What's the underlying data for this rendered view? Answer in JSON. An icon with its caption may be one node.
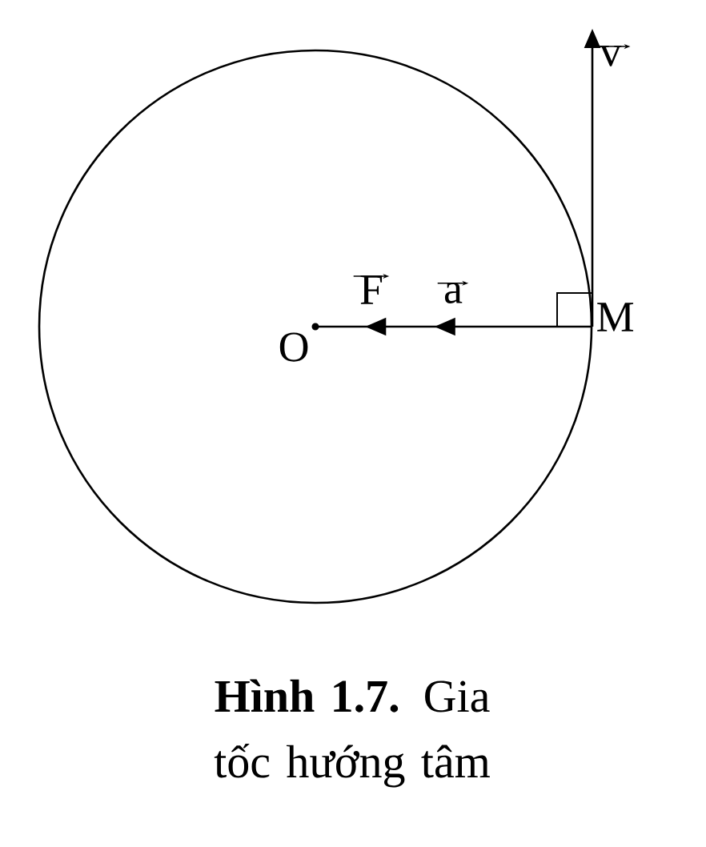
{
  "diagram": {
    "caption": "**Hình 1.7.** Gia tốc hướng tâm",
    "nodes": [
      {
        "text": [
          "O"
        ]
      },
      {
        "text": [
          "M"
        ]
      }
    ],
    "edges": [
      {
        "from": 1,
        "to": 0,
        "arrow": "to"
      },
      {
        "from": 1,
        "to": null,
        "arrow": "to",
        "label": "v"
      }
    ],
    "labels": [
      "F",
      "a"
    ]
  }
}
